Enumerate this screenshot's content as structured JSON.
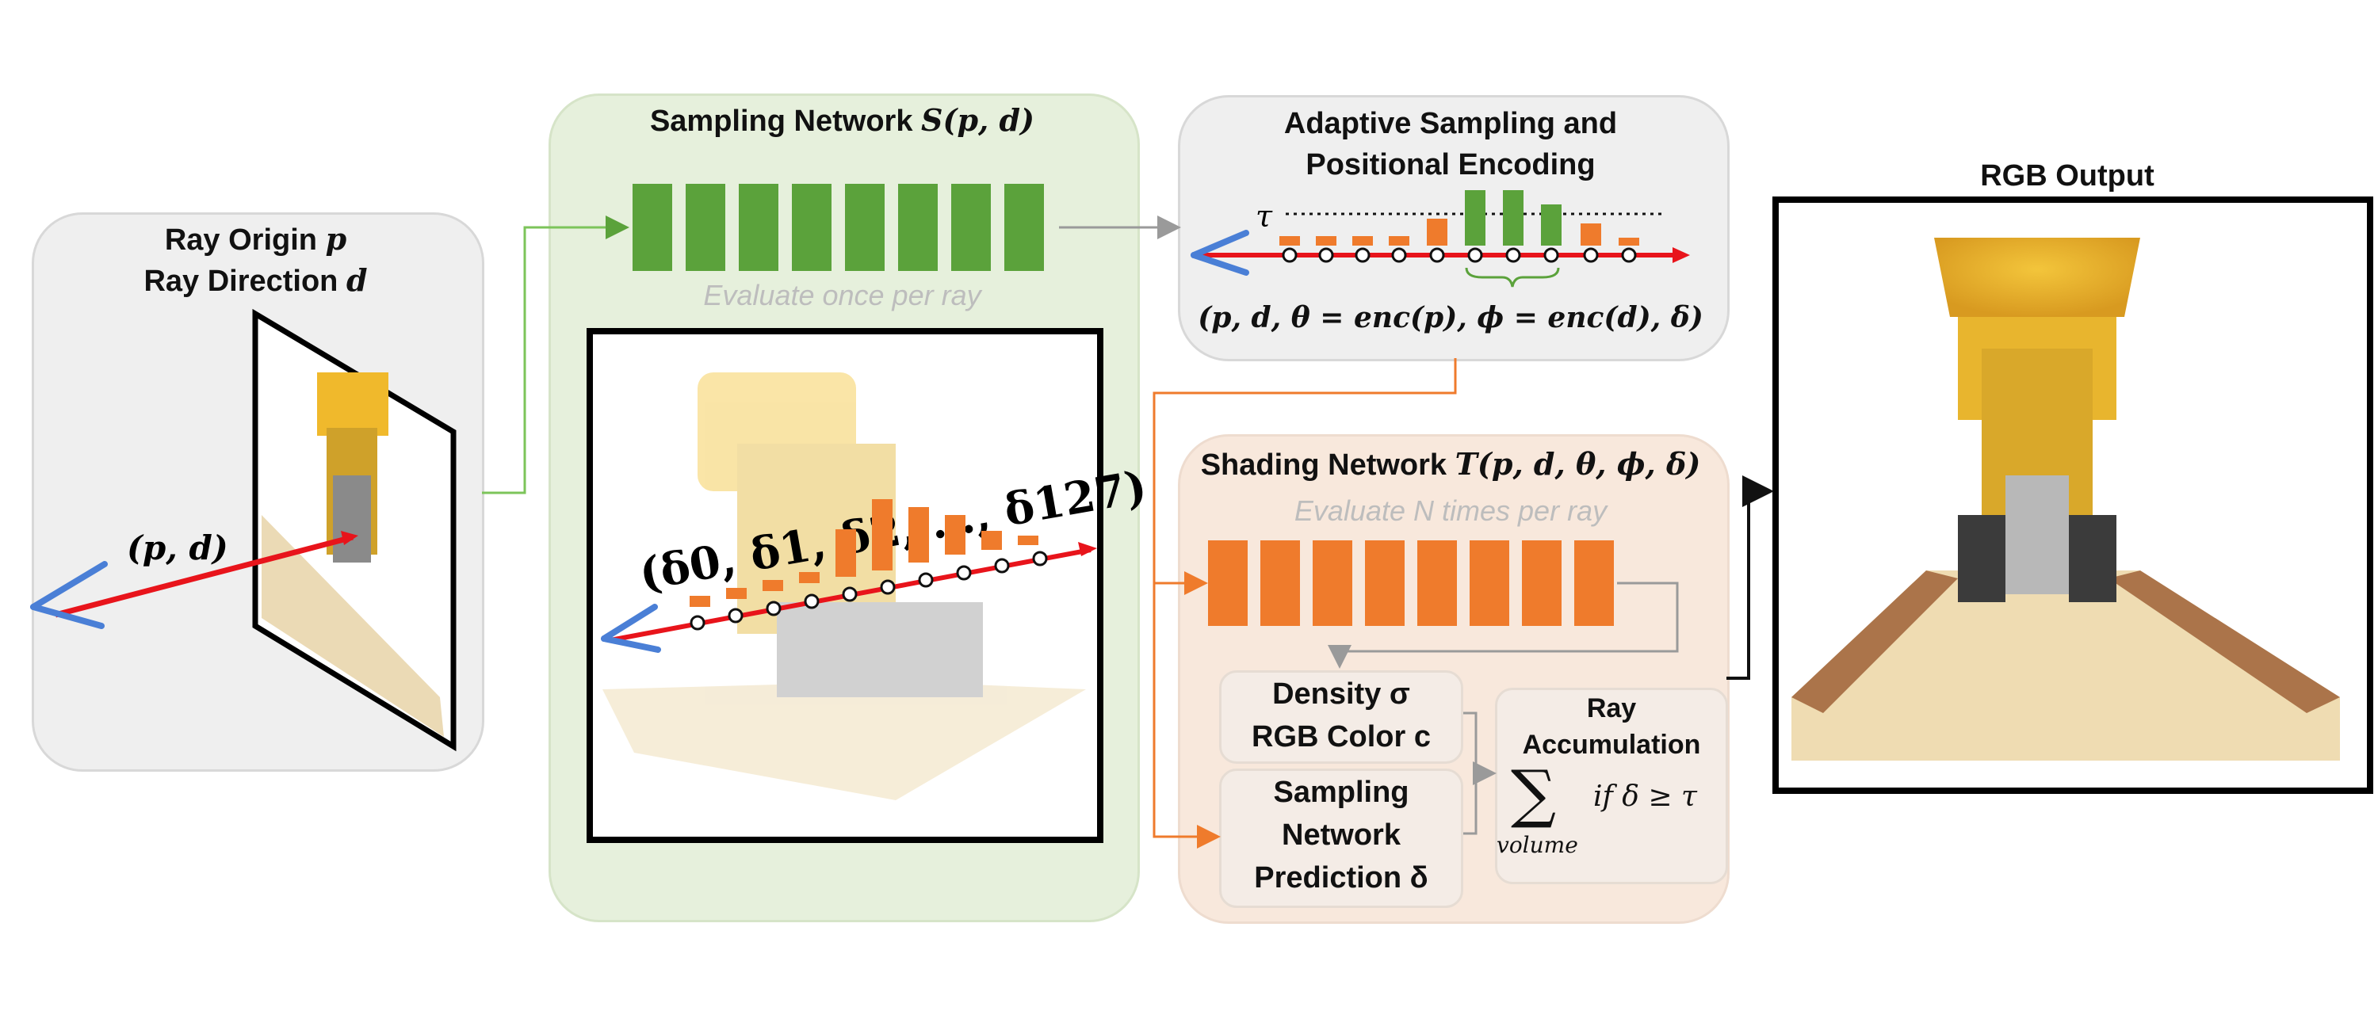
{
  "ray_panel": {
    "line1": "Ray Origin",
    "line1_sym": "p",
    "line2": "Ray Direction",
    "line2_sym": "d",
    "ray_label": "(p, d)"
  },
  "sampling_panel": {
    "title": "Sampling Network",
    "title_sym": "S(p, d)",
    "caption": "Evaluate once per ray",
    "deltas_label": "(δ0, δ1, δ2, …, δ127)",
    "layer_count": 8
  },
  "adaptive_panel": {
    "title_line1": "Adaptive Sampling and",
    "title_line2": "Positional Encoding",
    "tau_label": "τ",
    "encoding": "(p, d, θ = enc(p), ϕ = enc(d), δ)"
  },
  "shading_panel": {
    "title": "Shading Network",
    "title_sym": "T(p, d, θ, ϕ, δ)",
    "caption": "Evaluate N times per ray",
    "layer_count": 8,
    "density_line1": "Density σ",
    "density_line2": "RGB Color c",
    "sampling_line1": "Sampling",
    "sampling_line2": "Network",
    "sampling_line3": "Prediction δ",
    "accum_line1": "Ray",
    "accum_line2": "Accumulation",
    "sum_symbol": "∑",
    "sum_sub": "volume",
    "condition": "if δ ≥ τ"
  },
  "output_panel": {
    "title": "RGB Output"
  },
  "colors": {
    "green": "#5ba23b",
    "orange": "#ef7b2c",
    "red": "#e8141b",
    "blue": "#4a7fd6",
    "green_panel": "#e6f0dc",
    "orange_panel": "#f8e8dc",
    "gray_panel": "#efefef"
  }
}
